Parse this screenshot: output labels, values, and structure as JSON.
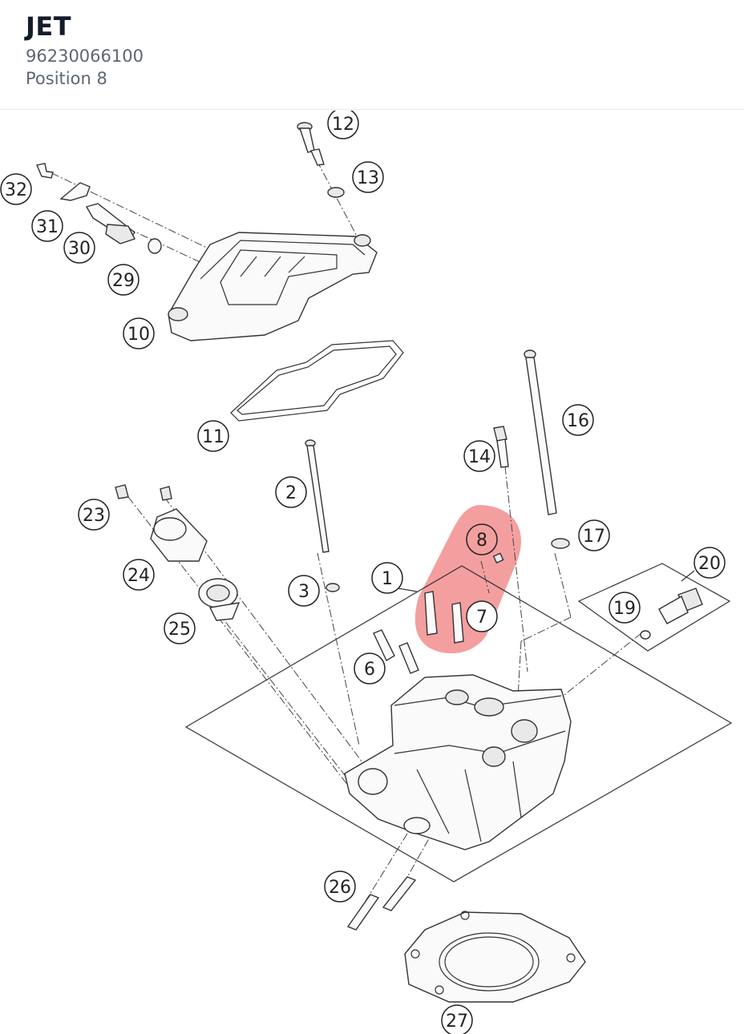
{
  "header": {
    "title": "JET",
    "part_number": "96230066100",
    "position": "Position 8"
  },
  "diagram": {
    "highlight_color": "#f07f7f",
    "highlighted_callout": "8",
    "callouts": [
      "1",
      "2",
      "3",
      "6",
      "7",
      "8",
      "10",
      "11",
      "12",
      "13",
      "14",
      "16",
      "17",
      "19",
      "20",
      "23",
      "24",
      "25",
      "26",
      "27",
      "29",
      "30",
      "31",
      "32"
    ]
  }
}
